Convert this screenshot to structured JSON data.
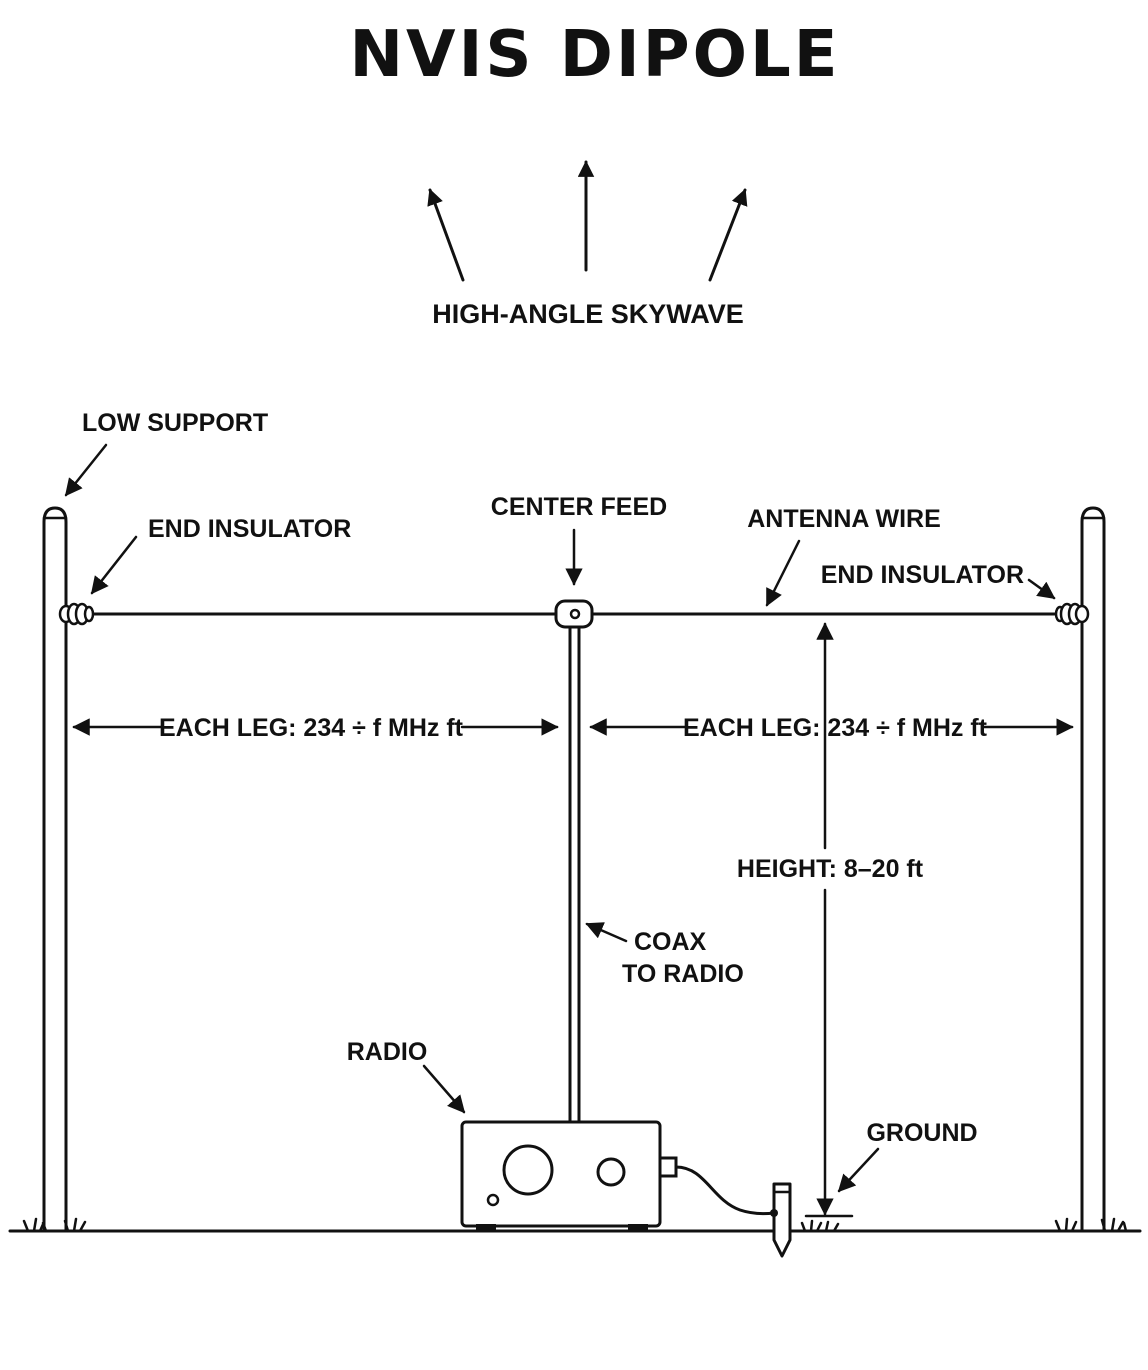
{
  "title": "NVIS DIPOLE",
  "skywave_label": "HIGH-ANGLE SKYWAVE",
  "labels": {
    "low_support": "LOW SUPPORT",
    "end_insulator_left": "END INSULATOR",
    "center_feed": "CENTER FEED",
    "antenna_wire": "ANTENNA WIRE",
    "end_insulator_right": "END INSULATOR",
    "leg_left": "EACH LEG: 234 ÷ f MHz ft",
    "leg_right": "EACH LEG: 234 ÷ f MHz ft",
    "height": "HEIGHT: 8–20 ft",
    "coax_line1": "COAX",
    "coax_line2": "TO RADIO",
    "radio": "RADIO",
    "ground": "GROUND"
  }
}
